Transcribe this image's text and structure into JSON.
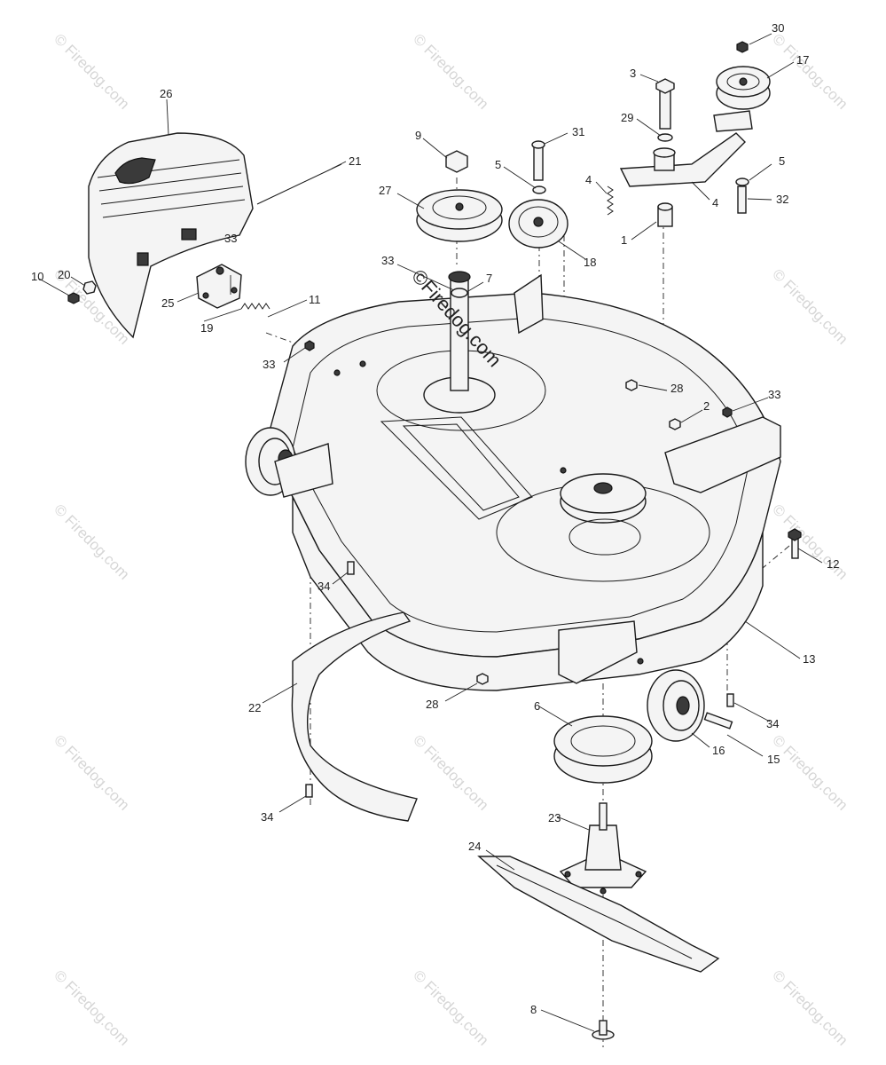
{
  "watermark": {
    "text": "© Firedog.com",
    "main_text": "©Firedog.com"
  },
  "callouts": [
    {
      "n": "30"
    },
    {
      "n": "17"
    },
    {
      "n": "3"
    },
    {
      "n": "29"
    },
    {
      "n": "5"
    },
    {
      "n": "32"
    },
    {
      "n": "4"
    },
    {
      "n": "4"
    },
    {
      "n": "1"
    },
    {
      "n": "26"
    },
    {
      "n": "21"
    },
    {
      "n": "9"
    },
    {
      "n": "31"
    },
    {
      "n": "5"
    },
    {
      "n": "27"
    },
    {
      "n": "18"
    },
    {
      "n": "33"
    },
    {
      "n": "7"
    },
    {
      "n": "10"
    },
    {
      "n": "20"
    },
    {
      "n": "25"
    },
    {
      "n": "11"
    },
    {
      "n": "19"
    },
    {
      "n": "33"
    },
    {
      "n": "33"
    },
    {
      "n": "28"
    },
    {
      "n": "2"
    },
    {
      "n": "33"
    },
    {
      "n": "12"
    },
    {
      "n": "34"
    },
    {
      "n": "13"
    },
    {
      "n": "22"
    },
    {
      "n": "28"
    },
    {
      "n": "6"
    },
    {
      "n": "34"
    },
    {
      "n": "16"
    },
    {
      "n": "15"
    },
    {
      "n": "34"
    },
    {
      "n": "23"
    },
    {
      "n": "24"
    },
    {
      "n": "8"
    }
  ]
}
